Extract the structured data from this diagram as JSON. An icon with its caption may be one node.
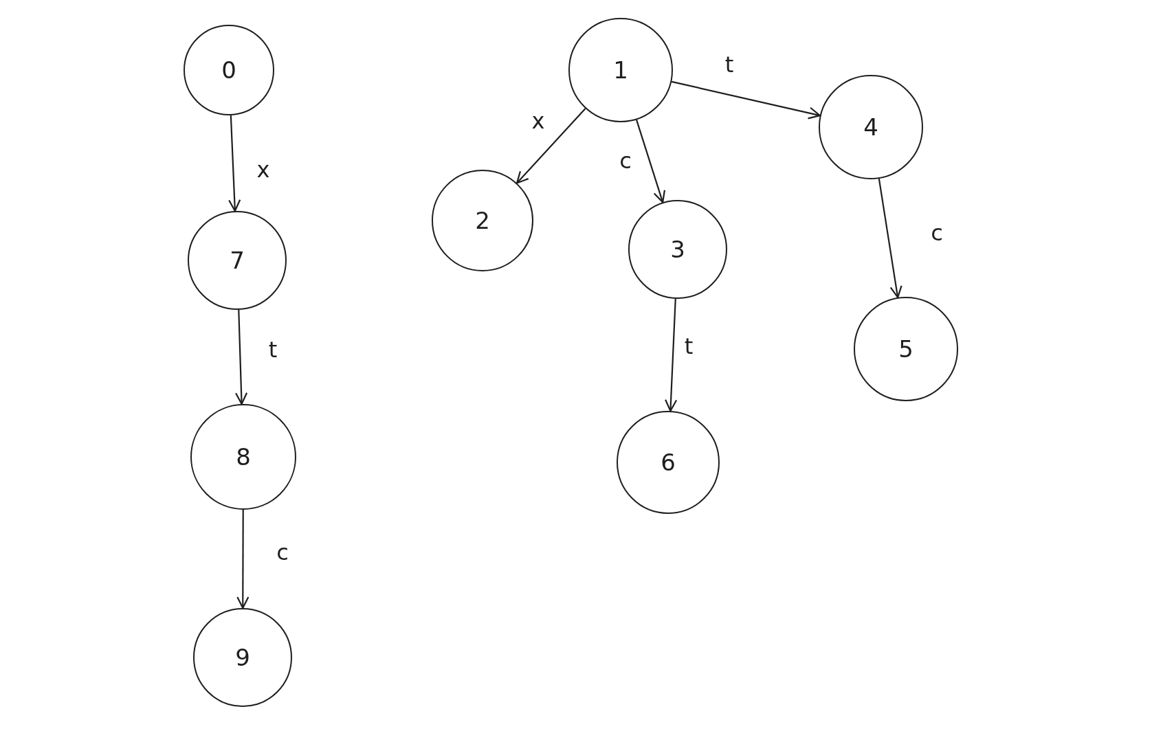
{
  "diagram": {
    "nodes": [
      {
        "text": [
          "0"
        ]
      },
      {
        "text": [
          "1"
        ]
      },
      {
        "text": [
          "2"
        ]
      },
      {
        "text": [
          "3"
        ]
      },
      {
        "text": [
          "4"
        ]
      },
      {
        "text": [
          "5"
        ]
      },
      {
        "text": [
          "6"
        ]
      },
      {
        "text": [
          "7"
        ]
      },
      {
        "text": [
          "8"
        ]
      },
      {
        "text": [
          "9"
        ]
      }
    ],
    "edges": [
      {
        "from": 0,
        "to": 7,
        "arrow": "to",
        "label": "x"
      },
      {
        "from": 7,
        "to": 8,
        "arrow": "to",
        "label": "t"
      },
      {
        "from": 8,
        "to": 9,
        "arrow": "to",
        "label": "c"
      },
      {
        "from": 1,
        "to": 2,
        "arrow": "to",
        "label": "x"
      },
      {
        "from": 1,
        "to": 3,
        "arrow": "to",
        "label": "c"
      },
      {
        "from": 1,
        "to": 4,
        "arrow": "to",
        "label": "t"
      },
      {
        "from": 3,
        "to": 6,
        "arrow": "to",
        "label": "t"
      },
      {
        "from": 4,
        "to": 5,
        "arrow": "to",
        "label": "c"
      }
    ]
  }
}
